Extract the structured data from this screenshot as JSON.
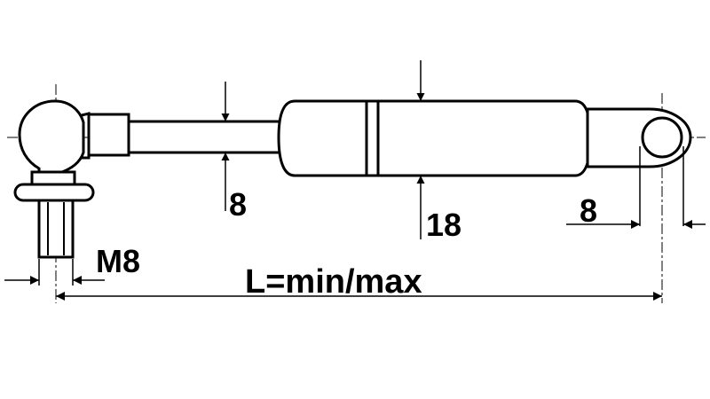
{
  "labels": {
    "rod_diameter": "8",
    "cylinder_diameter": "18",
    "eye_width": "8",
    "thread": "M8",
    "length": "L=min/max"
  }
}
